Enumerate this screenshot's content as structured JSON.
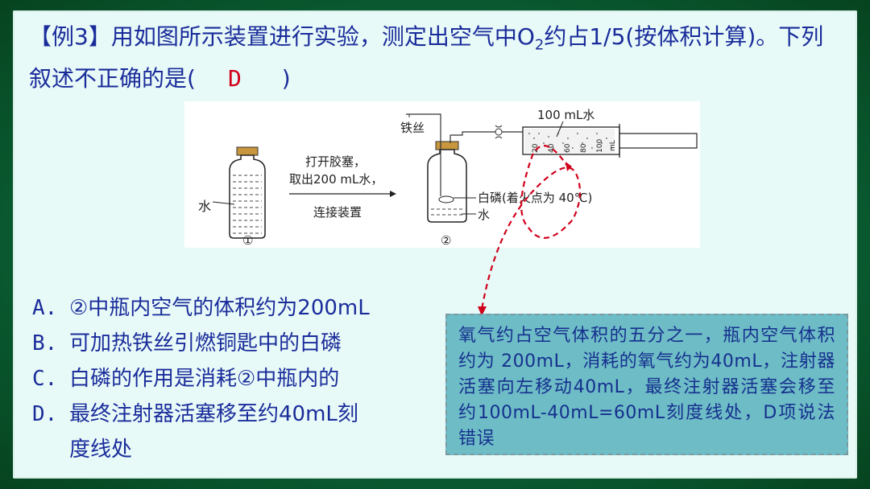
{
  "question": {
    "prefix": "【例3】",
    "text": "用如图所示装置进行实验，测定出空气中O",
    "sub": "2",
    "text2": "约占1/5(按体积计算)。下列叙述不正确的是(",
    "answer": "D",
    "close": ")"
  },
  "figure": {
    "water_label_1": "水",
    "step1_label": "①",
    "arrow_text_line1": "打开胶塞，",
    "arrow_text_line2": "取出200 mL水，",
    "arrow_text_line3": "连接装置",
    "wire_label": "铁丝",
    "phosphorus_label": "白磷(着火点为 40℃)",
    "water_label_2": "水",
    "step2_label": "②",
    "syringe_label": "100 mL水",
    "syringe_ticks": [
      "20",
      "40",
      "60",
      "80",
      "100",
      "mL"
    ]
  },
  "options": [
    {
      "letter": "A.",
      "text": "②中瓶内空气的体积约为200mL"
    },
    {
      "letter": "B.",
      "text": "可加热铁丝引燃铜匙中的白磷"
    },
    {
      "letter": "C.",
      "text": "白磷的作用是消耗②中瓶内的"
    },
    {
      "letter": "D.",
      "text": "最终注射器活塞移至约40mL刻"
    },
    {
      "letter": "",
      "text": "度线处"
    }
  ],
  "explanation": "氧气约占空气体积的五分之一，瓶内空气体积约为 200mL，消耗的氧气约为40mL，注射器活塞向左移动40mL，最终注射器活塞会移至约100mL-40mL=60mL刻度线处，D项说法错误"
}
